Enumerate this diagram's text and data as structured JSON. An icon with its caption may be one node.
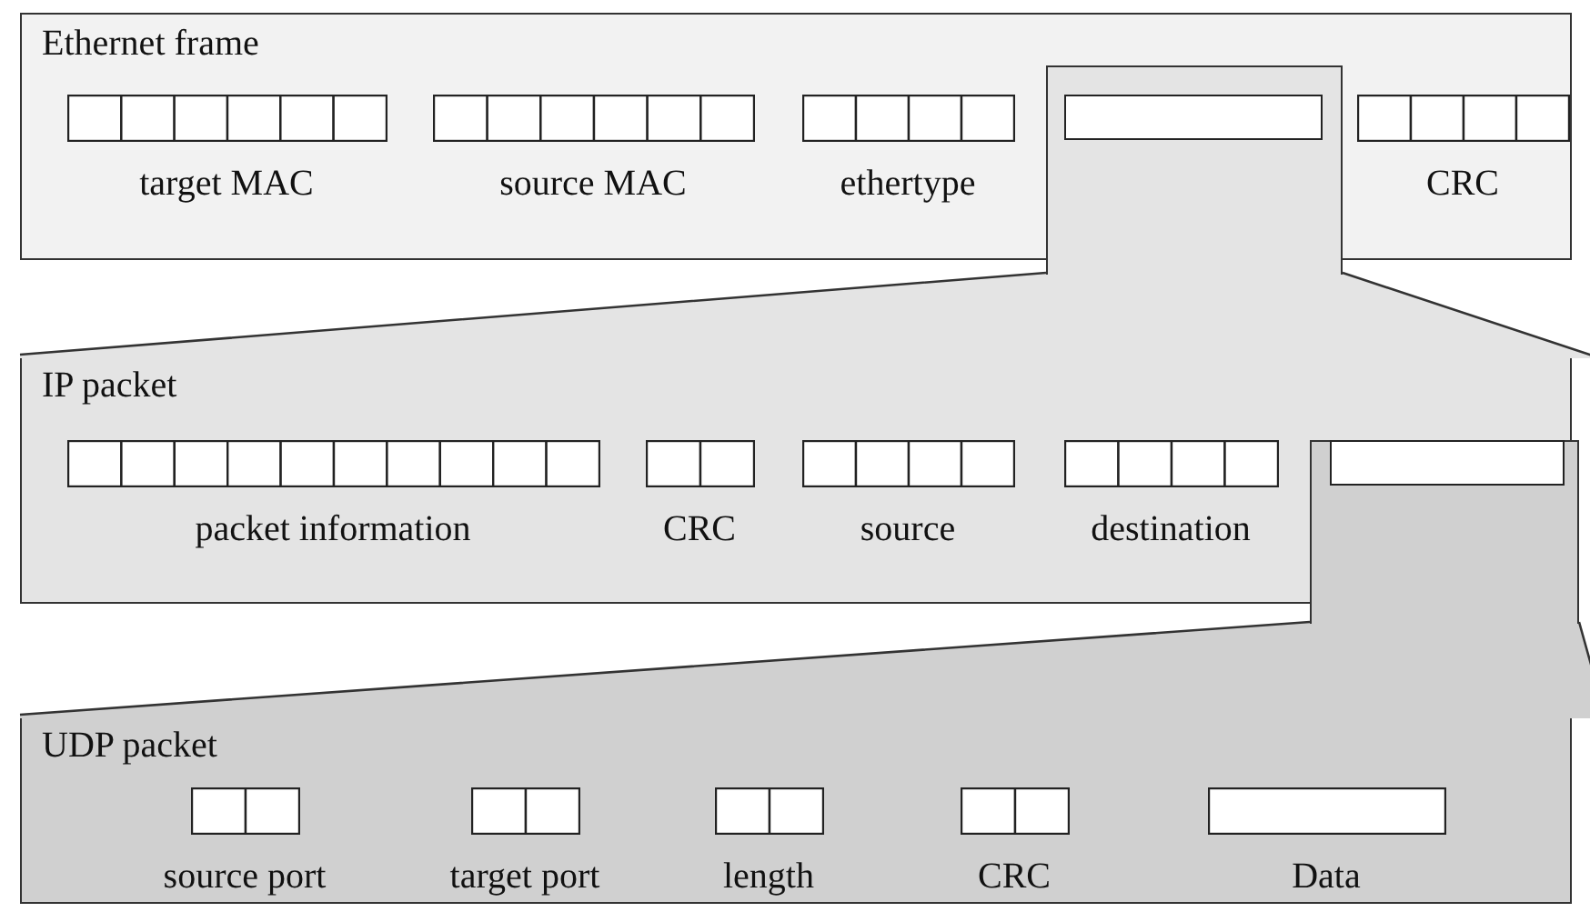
{
  "diagram": {
    "nodes": [
      {
        "text": [
          "Ethernet frame"
        ]
      },
      {
        "text": [
          "target MAC"
        ],
        "in": 0
      },
      {
        "text": [
          "source MAC"
        ],
        "in": 0
      },
      {
        "text": [
          "ethertype"
        ],
        "in": 0
      },
      {
        "text": [],
        "shape": "box",
        "in": 0
      },
      {
        "text": [
          "CRC"
        ],
        "in": 0
      },
      {
        "text": [
          "IP packet"
        ]
      },
      {
        "text": [
          "packet information"
        ],
        "in": 6
      },
      {
        "text": [
          "CRC"
        ],
        "in": 6
      },
      {
        "text": [
          "source"
        ],
        "in": 6
      },
      {
        "text": [
          "destination"
        ],
        "in": 6
      },
      {
        "text": [],
        "shape": "box",
        "in": 6
      },
      {
        "text": [
          "UDP packet"
        ]
      },
      {
        "text": [
          "source port"
        ],
        "in": 12
      },
      {
        "text": [
          "target port"
        ],
        "in": 12
      },
      {
        "text": [
          "length"
        ],
        "in": 12
      },
      {
        "text": [
          "CRC"
        ],
        "in": 12
      },
      {
        "text": [
          "Data"
        ],
        "in": 12
      }
    ],
    "edges": [
      {
        "from": 4,
        "to": 6,
        "arrow": "none"
      },
      {
        "from": 11,
        "to": 12,
        "arrow": "none"
      }
    ]
  }
}
